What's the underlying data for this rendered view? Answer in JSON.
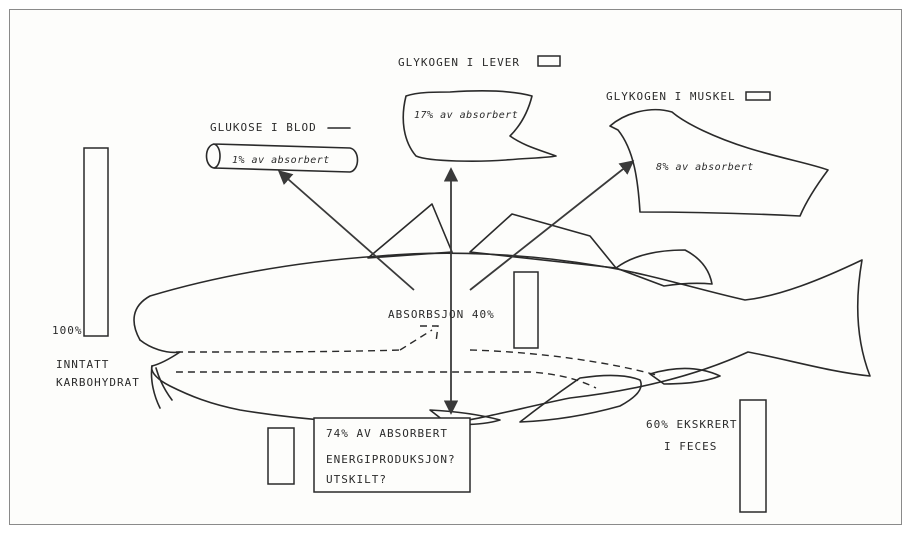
{
  "labels": {
    "glykogen_lever": "GLYKOGEN I LEVER",
    "glykogen_lever_pct": "17% av absorbert",
    "glykogen_muskel": "GLYKOGEN I MUSKEL",
    "glykogen_muskel_pct": "8% av absorbert",
    "glukose_blod": "GLUKOSE I BLOD",
    "glukose_blod_pct": "1% av absorbert",
    "absorbsjon": "ABSORBSJON 40%",
    "inntatt_pct": "100%",
    "inntatt_line1": "INNTATT",
    "inntatt_line2": "KARBOHYDRAT",
    "energi_line1": "74% AV ABSORBERT",
    "energi_line2": "ENERGIPRODUKSJON?",
    "energi_line3": "UTSKILT?",
    "ekskrert_line1": "60% EKSKRERT",
    "ekskrert_line2": "I FECES"
  },
  "colors": {
    "ink": "#2a2a2a",
    "paper": "#fdfdfb",
    "frame": "#8a8a8a"
  }
}
